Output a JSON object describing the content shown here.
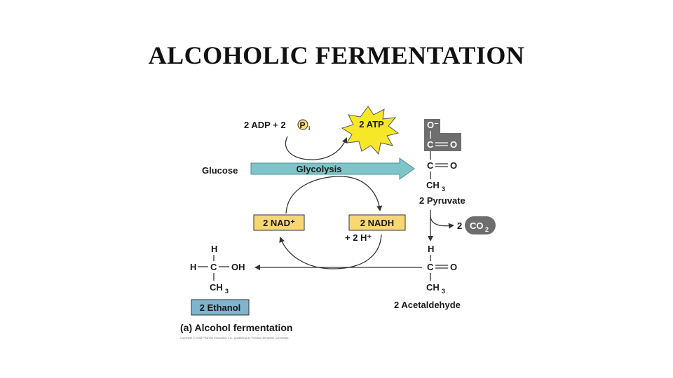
{
  "title": "ALCOHOLIC FERMENTATION",
  "colors": {
    "arrow_teal": "#7fc4c8",
    "box_yellow": "#f7d774",
    "atp_star": "#f6e829",
    "ethanol_box": "#7fb4cc",
    "highlight_gray": "#6e6e6e",
    "line": "#333333"
  },
  "diagram": {
    "inputs": {
      "adp": "2 ADP + 2",
      "pi_symbol": "P",
      "pi_sub": "i"
    },
    "atp": "2 ATP",
    "glucose": "Glucose",
    "glycolysis": "Glycolysis",
    "nad": "2 NAD⁺",
    "nadh": "2 NADH",
    "protons": "+ 2 H⁺",
    "pyruvate": {
      "o_minus": "O⁻",
      "c1": "C",
      "o1": "O",
      "c2": "C",
      "o2": "O",
      "ch": "CH",
      "sub3": "3",
      "label": "2 Pyruvate"
    },
    "co2": {
      "coef": "2",
      "mol": "CO",
      "sub": "2"
    },
    "acetaldehyde": {
      "h": "H",
      "c": "C",
      "o": "O",
      "ch": "CH",
      "sub3": "3",
      "label": "2 Acetaldehyde"
    },
    "ethanol": {
      "h_top": "H",
      "h_left": "H",
      "c": "C",
      "oh": "OH",
      "ch": "CH",
      "sub3": "3",
      "label": "2 Ethanol"
    },
    "caption": "(a) Alcohol fermentation",
    "copyright": "Copyright © 2008 Pearson Education, Inc., publishing as Pearson Benjamin Cummings."
  }
}
